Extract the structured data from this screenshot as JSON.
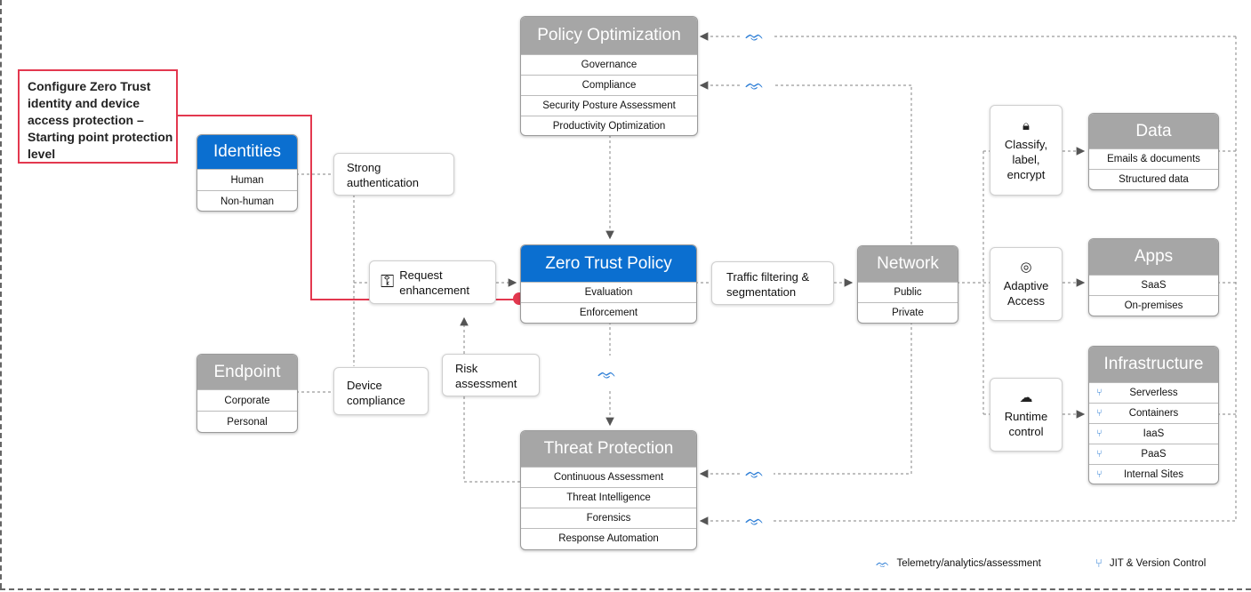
{
  "callout": {
    "text": "Configure Zero Trust identity and device access protection – Starting point protection level"
  },
  "identities": {
    "title": "Identities",
    "rows": [
      "Human",
      "Non-human"
    ]
  },
  "endpoint": {
    "title": "Endpoint",
    "rows": [
      "Corporate",
      "Personal"
    ]
  },
  "strong_auth": {
    "text": "Strong authentication"
  },
  "device_compliance": {
    "text": "Device compliance"
  },
  "request_enhancement": {
    "text": "Request enhancement",
    "icon": "fingerprint-key-icon"
  },
  "risk_assessment": {
    "text": "Risk assessment"
  },
  "policy_optimization": {
    "title": "Policy Optimization",
    "rows": [
      "Governance",
      "Compliance",
      "Security Posture Assessment",
      "Productivity Optimization"
    ]
  },
  "zero_trust_policy": {
    "title": "Zero Trust Policy",
    "rows": [
      "Evaluation",
      "Enforcement"
    ]
  },
  "threat_protection": {
    "title": "Threat Protection",
    "rows": [
      "Continuous Assessment",
      "Threat Intelligence",
      "Forensics",
      "Response Automation"
    ]
  },
  "traffic_filtering": {
    "text": "Traffic filtering & segmentation"
  },
  "network": {
    "title": "Network",
    "rows": [
      "Public",
      "Private"
    ]
  },
  "classify": {
    "text": "Classify, label, encrypt",
    "icon": "lock-shield-icon"
  },
  "adaptive_access": {
    "text": "Adaptive Access",
    "icon": "fingerprint-icon"
  },
  "runtime_control": {
    "text": "Runtime control",
    "icon": "cloud-gear-icon"
  },
  "data": {
    "title": "Data",
    "rows": [
      "Emails & documents",
      "Structured data"
    ]
  },
  "apps": {
    "title": "Apps",
    "rows": [
      "SaaS",
      "On-premises"
    ]
  },
  "infrastructure": {
    "title": "Infrastructure",
    "rows": [
      "Serverless",
      "Containers",
      "IaaS",
      "PaaS",
      "Internal Sites"
    ]
  },
  "legend": {
    "telemetry": "Telemetry/analytics/assessment",
    "jit": "JIT & Version Control"
  },
  "colors": {
    "accent_blue": "#0b6fd0",
    "header_gray": "#a6a6a6",
    "callout_red": "#e3384f",
    "icon_blue": "#2f7fd6"
  }
}
